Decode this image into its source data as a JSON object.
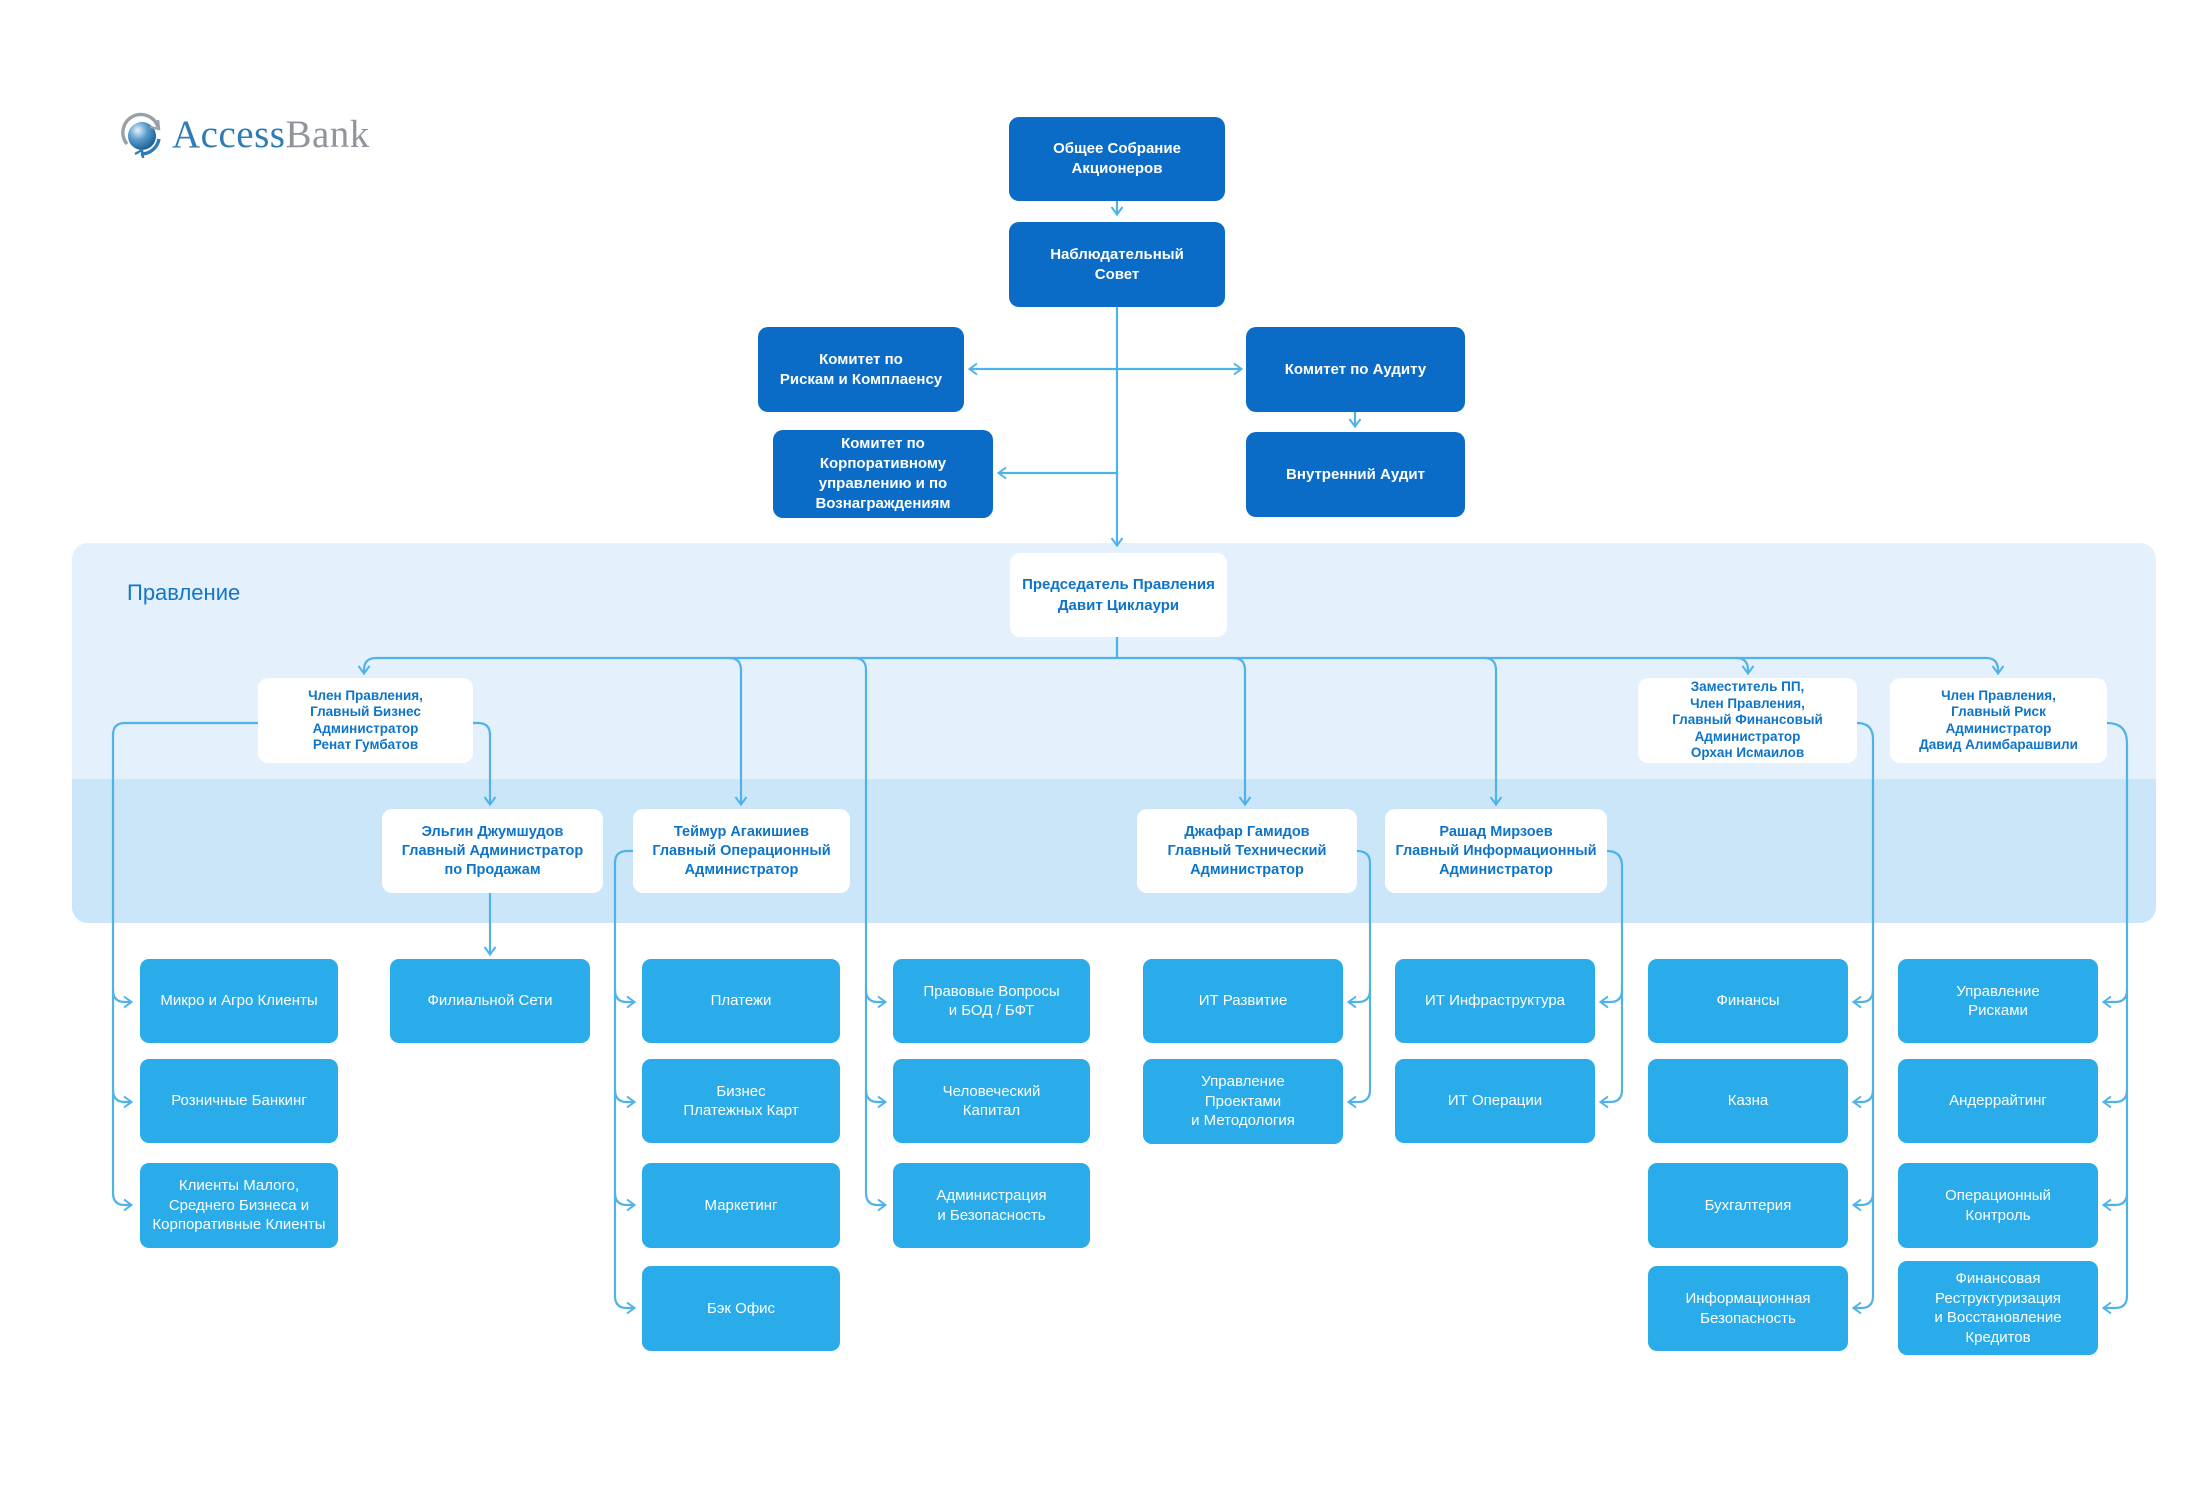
{
  "logo": {
    "part1": "Access",
    "part2": "Bank"
  },
  "colors": {
    "governance_box": "#0a6cc7",
    "department_box": "#29ace9",
    "board_band_light": "#e4f0fb",
    "board_band_dark": "#cbe6f9",
    "connector": "#4fb3e9",
    "member_text": "#0e74c9",
    "logo_blue": "#2d7cb5",
    "logo_gray": "#8f959a"
  },
  "governance": {
    "shareholders": "Общее Собрание\nАкционеров",
    "supervisory_board": "Наблюдательный\nСовет",
    "risk_compliance_committee": "Комитет по\nРискам и Комплаенсу",
    "audit_committee": "Комитет по Аудиту",
    "internal_audit": "Внутренний Аудит",
    "corporate_governance_committee": "Комитет по\nКорпоративному\nуправлению и по\nВознаграждениям"
  },
  "board": {
    "section_label": "Правление",
    "chairman": "Председатель Правления\nДавит Циклаури",
    "members": {
      "renat": "Член Правления,\nГлавный Бизнес\nАдминистратор\nРенат Гумбатов",
      "orkhan": "Заместитель ПП,\nЧлен Правления,\nГлавный Финансовый\nАдминистратор\nОрхан Исмаилов",
      "david": "Член Правления,\nГлавный Риск\nАдминистратор\nДавид Алимбарашвили",
      "elgin": "Эльгин Джумшудов\nГлавный Администратор\nпо Продажам",
      "teymur": "Теймур Агакишиев\nГлавный Операционный\nАдминистратор",
      "jafar": "Джафар Гамидов\nГлавный Технический\nАдминистратор",
      "rashad": "Рашад Мирзоев\nГлавный Информационный\nАдминистратор"
    }
  },
  "departments": {
    "micro_agro": "Микро и Агро Клиенты",
    "retail_banking": "Розничные Банкинг",
    "sme_corporate": "Клиенты Малого,\nСреднего  Бизнеса и\nКорпоративные Клиенты",
    "branch_network": "Филиальной Сети",
    "payments": "Платежи",
    "business_payment_cards": "Бизнес\nПлатежных Карт",
    "marketing": "Маркетинг",
    "back_office": "Бэк Офис",
    "legal_aml": "Правовые Вопросы\nи БОД / БФТ",
    "human_capital": "Человеческий\nКапитал",
    "admin_security": "Администрация\nи Безопасность",
    "it_development": "ИТ Развитие",
    "project_management": "Управление\nПроектами\nи Методология",
    "it_infrastructure": "ИТ Инфраструктура",
    "it_operations": "ИТ Операции",
    "finance": "Финансы",
    "treasury": "Казна",
    "accounting": "Бухгалтерия",
    "information_security": "Информационная\nБезопасность",
    "risk_management": "Управление\nРисками",
    "underwriting": "Андеррайтинг",
    "operational_control": "Операционный\nКонтроль",
    "financial_restructuring": "Финансовая\nРеструктуризация\nи Восстановление\nКредитов"
  }
}
